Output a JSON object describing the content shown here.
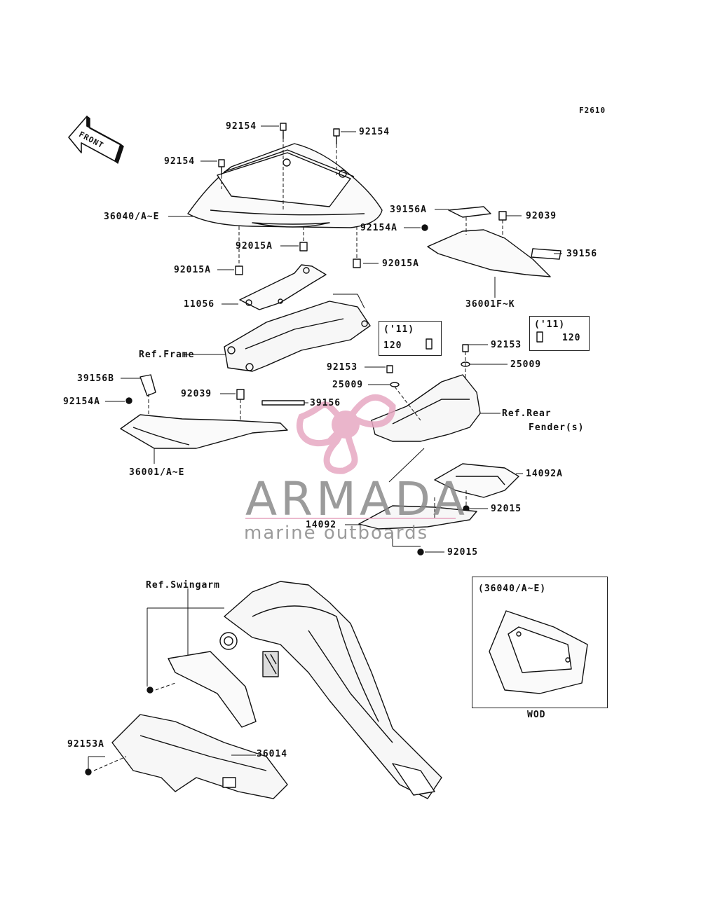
{
  "figure_code": "F2610",
  "front_arrow_label": "FRONT",
  "labels": {
    "p92154_top": "92154",
    "p92154_top_right": "92154",
    "p92154_left": "92154",
    "p36040": "36040/A~E",
    "p92015A_upper": "92015A",
    "p92015A_left": "92015A",
    "p92015A_right": "92015A",
    "p11056": "11056",
    "ref_frame": "Ref.Frame",
    "p39156A": "39156A",
    "p92039_right": "92039",
    "p92154A_right": "92154A",
    "p39156_right": "39156",
    "p36001FK": "36001F~K",
    "box11_left_title": "('11)",
    "box11_left_part": "120",
    "box11_right_title": "('11)",
    "box11_right_part": "120",
    "p92153_right": "92153",
    "p25009_right": "25009",
    "p92153_mid": "92153",
    "p25009_mid": "25009",
    "ref_rear_fender_1": "Ref.Rear",
    "ref_rear_fender_2": "Fender(s)",
    "p39156B": "39156B",
    "p92039_left": "92039",
    "p92154A_left": "92154A",
    "p39156_left": "39156",
    "p36001AE": "36001/A~E",
    "p14092A": "14092A",
    "p92015_upper": "92015",
    "p14092": "14092",
    "p92015_lower": "92015",
    "ref_swingarm": "Ref.Swingarm",
    "p92153A": "92153A",
    "p36014": "36014",
    "inset_title": "(36040/A~E)",
    "inset_caption": "WOD"
  },
  "watermark": {
    "brand": "ARMADA",
    "tagline": "marine outboards",
    "pink": "#e7a9c3",
    "gray": "#8a8a8a"
  }
}
